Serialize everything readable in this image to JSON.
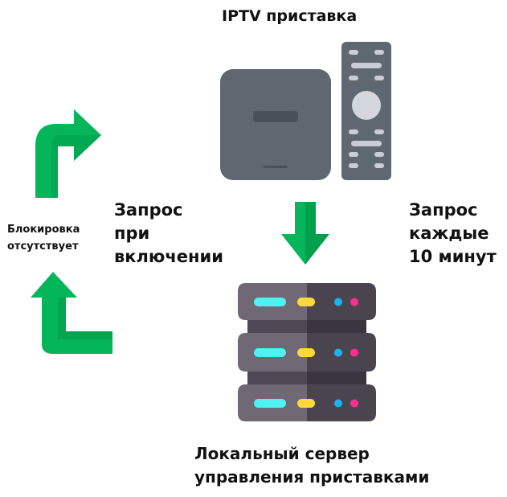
{
  "diagram": {
    "device_title": "IPTV приставка",
    "request_on_start": "Запрос\nпри\nвключении",
    "request_periodic": "Запрос\nкаждые\n10 минут",
    "block_status": "Блокировка\nотсутствует",
    "server_label": "Локальный сервер\nуправления приставками"
  },
  "colors": {
    "arrow_green": "#05b55a",
    "arrow_dark_green": "#01a04c",
    "device_body": "#5f6771",
    "server_left": "#706875",
    "server_right": "#4a444f",
    "led_cyan": "#4df2f2",
    "led_yellow": "#ffd83d",
    "led_blue": "#16b4f0",
    "led_pink": "#ff2f8e"
  },
  "icons": [
    "iptv-box-icon",
    "remote-control-icon",
    "down-arrow-icon",
    "turn-right-arrow-icon",
    "turn-up-arrow-icon",
    "server-rack-icon"
  ]
}
